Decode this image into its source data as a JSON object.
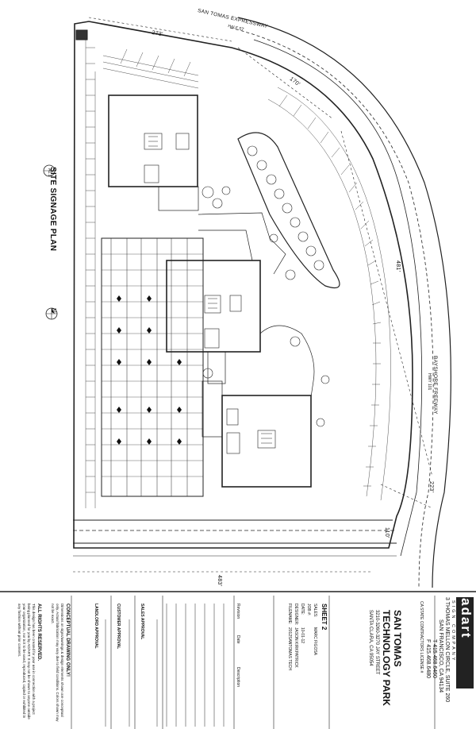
{
  "plan": {
    "title": "SITE SIGNAGE PLAN",
    "north_label": "N",
    "scale_label": "A1.1",
    "road_top": "SAN TOMAS EXPRESSWAY",
    "road_top_sub": "HALF ST",
    "road_right": "BAYSHORE FREEWAY",
    "road_right_sub": "HWY 101",
    "dimensions": [
      "273'",
      "170'",
      "481'",
      "223'",
      "110'",
      "483'"
    ]
  },
  "company": {
    "logo_text": "adart",
    "tagline": "SIGN COMPANY",
    "address_line1": "3 THOMAS MELLON CIRCLE, SUITE 260",
    "address_line2": "SAN FRANCISCO, CA 94134",
    "phone": "T 415.468.6460",
    "fax": "F 415.468.6480",
    "license": "CA STATE CONTRACTORS LICENSE #"
  },
  "project": {
    "name_line1": "SAN TOMAS",
    "name_line2": "TECHNOLOGY PARK",
    "address_line1": "3210-3260-3270 JAY STREET",
    "address_line2": "SANTA CLARA, CA 95054"
  },
  "sheet_info": {
    "sheet": "SHEET 2",
    "fields": [
      {
        "label": "SALES:",
        "value": "MARC FIGOSA"
      },
      {
        "label": "JOB #:",
        "value": ""
      },
      {
        "label": "DATE:",
        "value": "10-01-12"
      },
      {
        "label": "DESIGNER:",
        "value": "JASON KIRKPATRICK"
      },
      {
        "label": "FILENAME:",
        "value": "2012SANTOMAS TECH"
      }
    ],
    "revision_headers": [
      "Revision",
      "Date",
      "Description"
    ]
  },
  "approvals": {
    "sales": "SALES APPROVAL",
    "customer": "CUSTOMER APPROVAL",
    "landlord": "LANDLORD APPROVAL"
  },
  "notes": {
    "conceptual_title": "CONCEPTUAL DRAWING ONLY!",
    "conceptual_body": "Dimensions on signs/awnings & design elements shown are conceptual only. Actual fabrication may vary due to field conditions. Colors shown may not be exact.",
    "rights_title": "ALL RIGHTS RESERVED.",
    "rights_body": "This design has been created for your use in connection with a project being planned for you by AD/ART. It may not be shown to anyone outside your organization, nor is it to be used, reproduced, copied or exhibited in any fashion without prior consent."
  }
}
